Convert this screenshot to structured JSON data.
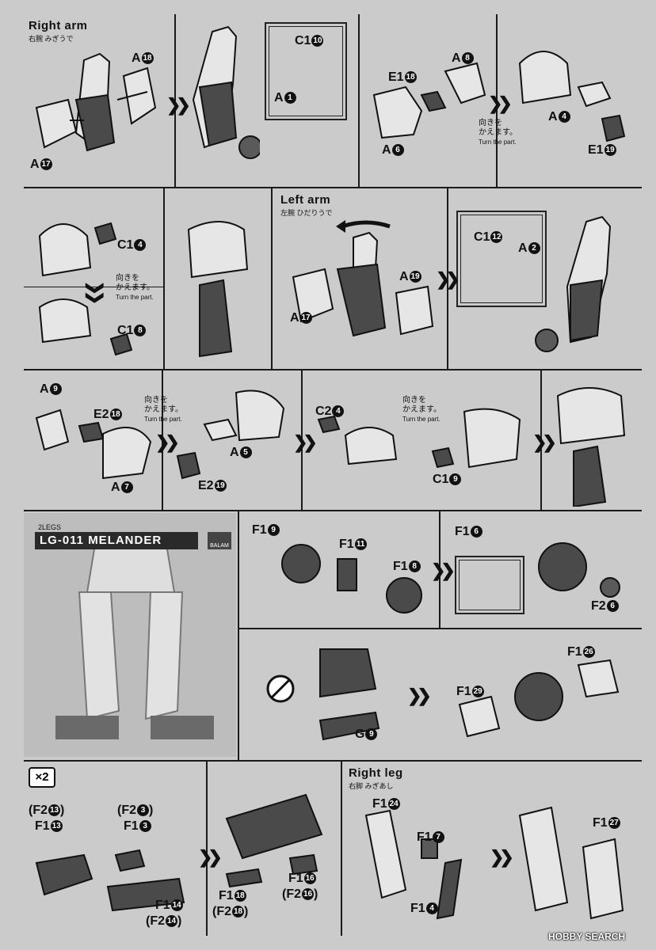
{
  "sections": {
    "right_arm": {
      "title": "Right arm",
      "sub": "右腕 みぎうで"
    },
    "left_arm": {
      "title": "Left arm",
      "sub": "左腕 ひだりうで"
    },
    "right_leg": {
      "title": "Right leg",
      "sub": "右脚 みぎあし"
    }
  },
  "turn_note": {
    "jp1": "向きを",
    "jp2": "かえます。",
    "en": "Turn the part."
  },
  "promo": {
    "series": "2LEGS",
    "name": "LG-011 MELANDER",
    "badge": "BALAM"
  },
  "multiplier": "×2",
  "labels": {
    "a18": {
      "code": "A",
      "n": "18"
    },
    "a17": {
      "code": "A",
      "n": "17"
    },
    "c110": {
      "code": "C1",
      "n": "10"
    },
    "a1": {
      "code": "A",
      "n": "1"
    },
    "a8": {
      "code": "A",
      "n": "8"
    },
    "e118": {
      "code": "E1",
      "n": "18"
    },
    "a6": {
      "code": "A",
      "n": "6"
    },
    "a4": {
      "code": "A",
      "n": "4"
    },
    "e119": {
      "code": "E1",
      "n": "19"
    },
    "c14": {
      "code": "C1",
      "n": "4"
    },
    "c18": {
      "code": "C1",
      "n": "8"
    },
    "a19": {
      "code": "A",
      "n": "19"
    },
    "a17b": {
      "code": "A",
      "n": "17"
    },
    "c112": {
      "code": "C1",
      "n": "12"
    },
    "a2": {
      "code": "A",
      "n": "2"
    },
    "a9": {
      "code": "A",
      "n": "9"
    },
    "e218": {
      "code": "E2",
      "n": "18"
    },
    "a7": {
      "code": "A",
      "n": "7"
    },
    "a5": {
      "code": "A",
      "n": "5"
    },
    "e219": {
      "code": "E2",
      "n": "19"
    },
    "c24": {
      "code": "C2",
      "n": "4"
    },
    "c19": {
      "code": "C1",
      "n": "9"
    },
    "f19": {
      "code": "F1",
      "n": "9"
    },
    "f111": {
      "code": "F1",
      "n": "11"
    },
    "f18": {
      "code": "F1",
      "n": "8"
    },
    "f16": {
      "code": "F1",
      "n": "6"
    },
    "f26": {
      "code": "F2",
      "n": "6"
    },
    "f126": {
      "code": "F1",
      "n": "26"
    },
    "f129": {
      "code": "F1",
      "n": "29"
    },
    "g9": {
      "code": "G",
      "n": "9"
    },
    "f213p": {
      "code": "(F2",
      "n": "13",
      "close": ")"
    },
    "f113": {
      "code": "F1",
      "n": "13"
    },
    "f23p": {
      "code": "(F2",
      "n": "3",
      "close": ")"
    },
    "f13": {
      "code": "F1",
      "n": "3"
    },
    "f114": {
      "code": "F1",
      "n": "14"
    },
    "f214p": {
      "code": "(F2",
      "n": "14",
      "close": ")"
    },
    "f118": {
      "code": "F1",
      "n": "18"
    },
    "f218p": {
      "code": "(F2",
      "n": "18",
      "close": ")"
    },
    "f116": {
      "code": "F1",
      "n": "16"
    },
    "f216p": {
      "code": "(F2",
      "n": "16",
      "close": ")"
    },
    "f124": {
      "code": "F1",
      "n": "24"
    },
    "f17": {
      "code": "F1",
      "n": "7"
    },
    "f14": {
      "code": "F1",
      "n": "4"
    },
    "f127": {
      "code": "F1",
      "n": "27"
    }
  },
  "watermark": "HOBBY SEARCH",
  "colors": {
    "paper": "#cbcbcb",
    "ink": "#111111",
    "part_light": "#e8e8e8",
    "part_dark": "#4a4a4a"
  }
}
